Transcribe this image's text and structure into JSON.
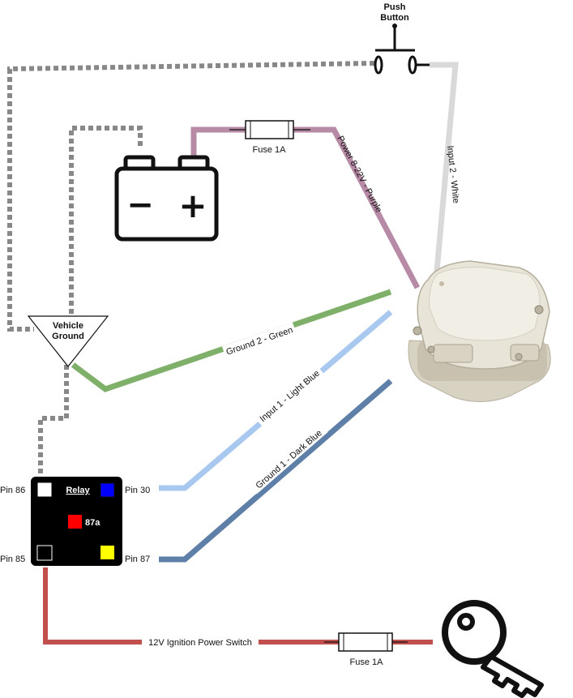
{
  "push_button": {
    "line1": "Push",
    "line2": "Button"
  },
  "fuse_top": {
    "label": "Fuse 1A"
  },
  "fuse_bottom": {
    "label": "Fuse 1A"
  },
  "wires": {
    "power": {
      "label": "Power 8-22V - Purple",
      "color": "#b78aa6"
    },
    "input2": {
      "label": "Input 2 - White",
      "color": "#d9d9d9"
    },
    "ground2": {
      "label": "Ground 2 - Green",
      "color": "#7fb069"
    },
    "input1": {
      "label": "Input 1 - Light Blue",
      "color": "#a8c8ef"
    },
    "ground1": {
      "label": "Ground 1 - Dark Blue",
      "color": "#5d7fa8"
    },
    "ignition": {
      "label": "12V Ignition Power Switch",
      "color": "#c0504d"
    },
    "ground_dotted": {
      "color": "#888888"
    }
  },
  "vehicle_ground": {
    "line1": "Vehicle",
    "line2": "Ground"
  },
  "relay": {
    "title": "Relay",
    "pin86": "Pin 86",
    "pin85": "Pin 85",
    "pin30": "Pin 30",
    "pin87": "Pin 87",
    "pin87a": "87a",
    "colors": {
      "pin86": "#ffffff",
      "pin85": "#000000",
      "pin30": "#0000ff",
      "pin87": "#ffff00",
      "pin87a": "#ff0000"
    }
  },
  "battery": {
    "minus": "−",
    "plus": "+"
  }
}
